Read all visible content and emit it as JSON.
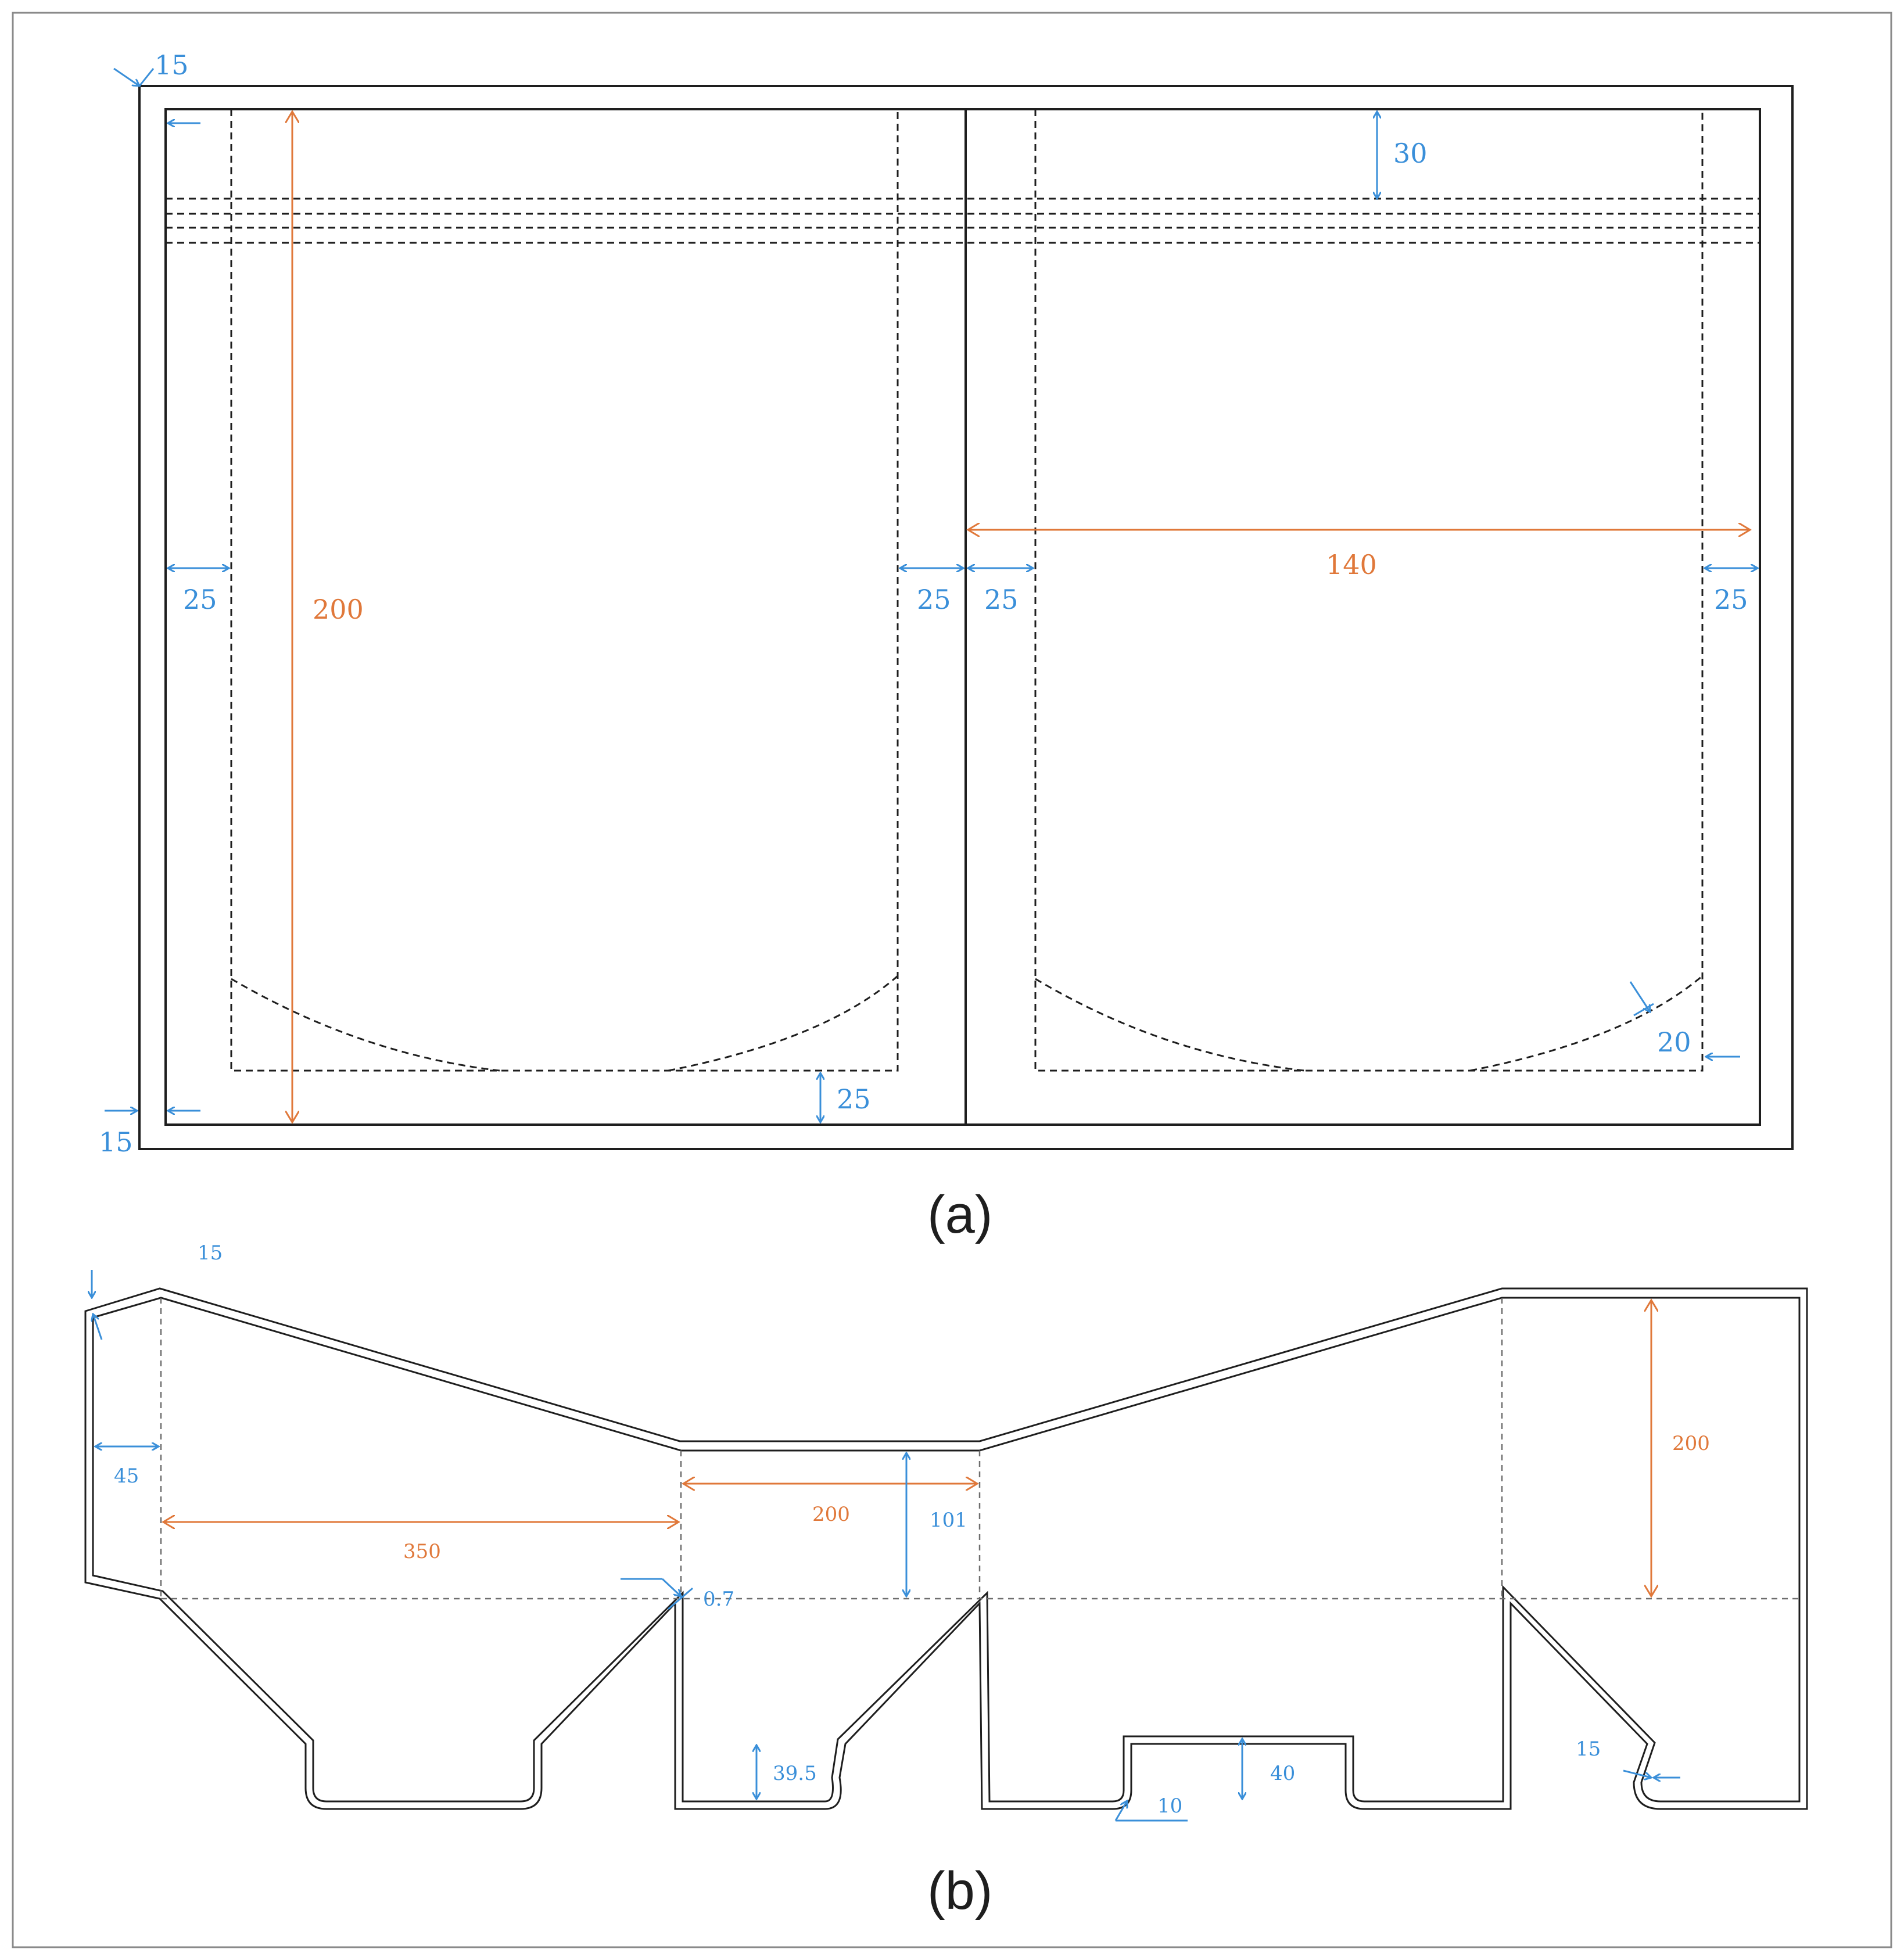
{
  "figure_a": {
    "caption": "(a)",
    "labels": {
      "corner_top_left": "15",
      "corner_bottom_left": "15",
      "height_orange": "200",
      "width_orange": "140",
      "margin_left_outer": "25",
      "margin_left_inner": "25",
      "margin_right_inner": "25",
      "margin_right_outer": "25",
      "top_band": "30",
      "bottom_margin": "25",
      "corner_curve": "20"
    }
  },
  "figure_b": {
    "caption": "(b)",
    "labels": {
      "corner_top_left": "15",
      "left_flap": "45",
      "length_orange": "350",
      "center_width_orange": "200",
      "center_height": "101",
      "crease": "0.7",
      "right_height_orange": "200",
      "tab_height_left": "39.5",
      "notch_radius": "10",
      "notch_height": "40",
      "right_corner": "15"
    }
  },
  "colors": {
    "line": "#1e1e1e",
    "dimension_blue": "#3a8fd9",
    "dimension_orange": "#e0783a"
  }
}
